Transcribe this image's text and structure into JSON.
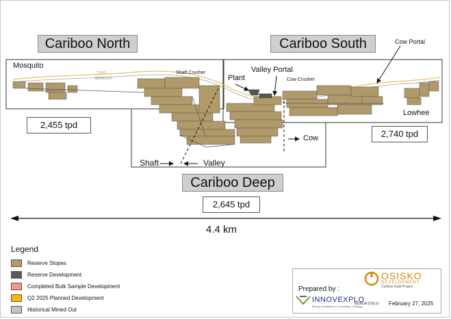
{
  "zones": {
    "north": {
      "title": "Cariboo North",
      "rate": "2,455 tpd"
    },
    "south": {
      "title": "Cariboo South",
      "rate": "2,740 tpd"
    },
    "deep": {
      "title": "Cariboo Deep",
      "rate": "2,645 tpd"
    }
  },
  "labels": {
    "mosquito": "Mosquito",
    "plant": "Plant",
    "valley_portal": "Valley Portal",
    "cow_portal": "Cow Portal",
    "lowhee": "Lowhee",
    "shaft_crusher": "Shaft Crusher",
    "cow_crusher": "Cow Crusher",
    "topo": "TOPO",
    "bedrock": "BEDROCK",
    "shaft": "Shaft",
    "valley": "Valley",
    "cow": "Cow"
  },
  "scale": {
    "label": "4.4 km"
  },
  "legend": {
    "title": "Legend",
    "items": [
      {
        "label": "Reserve Stopes",
        "color": "#b09a6a"
      },
      {
        "label": "Reserve Development",
        "color": "#5a5a5a"
      },
      {
        "label": "Completed Bulk Sample Development",
        "color": "#f2998a"
      },
      {
        "label": "Q2 2025 Planned Development",
        "color": "#f5b800"
      },
      {
        "label": "Historical Mined Out",
        "color": "#c4c4c4"
      }
    ]
  },
  "credits": {
    "prepared_by": "Prepared by :",
    "innovexplo": "INNOVEXPLO",
    "innovexplo_tagline": "Mining Intelligence | Consulting | Geology",
    "norda": "NORDA STELO",
    "osisko_name": "OSISKO",
    "osisko_sub": "DEVELOPMENT",
    "project": "Cariboo Gold Project",
    "date": "February 27, 2025"
  },
  "colors": {
    "stope": "#b09a6a",
    "development": "#555555",
    "topo": "#e0c25a",
    "bedrock": "#a0a0a0"
  }
}
